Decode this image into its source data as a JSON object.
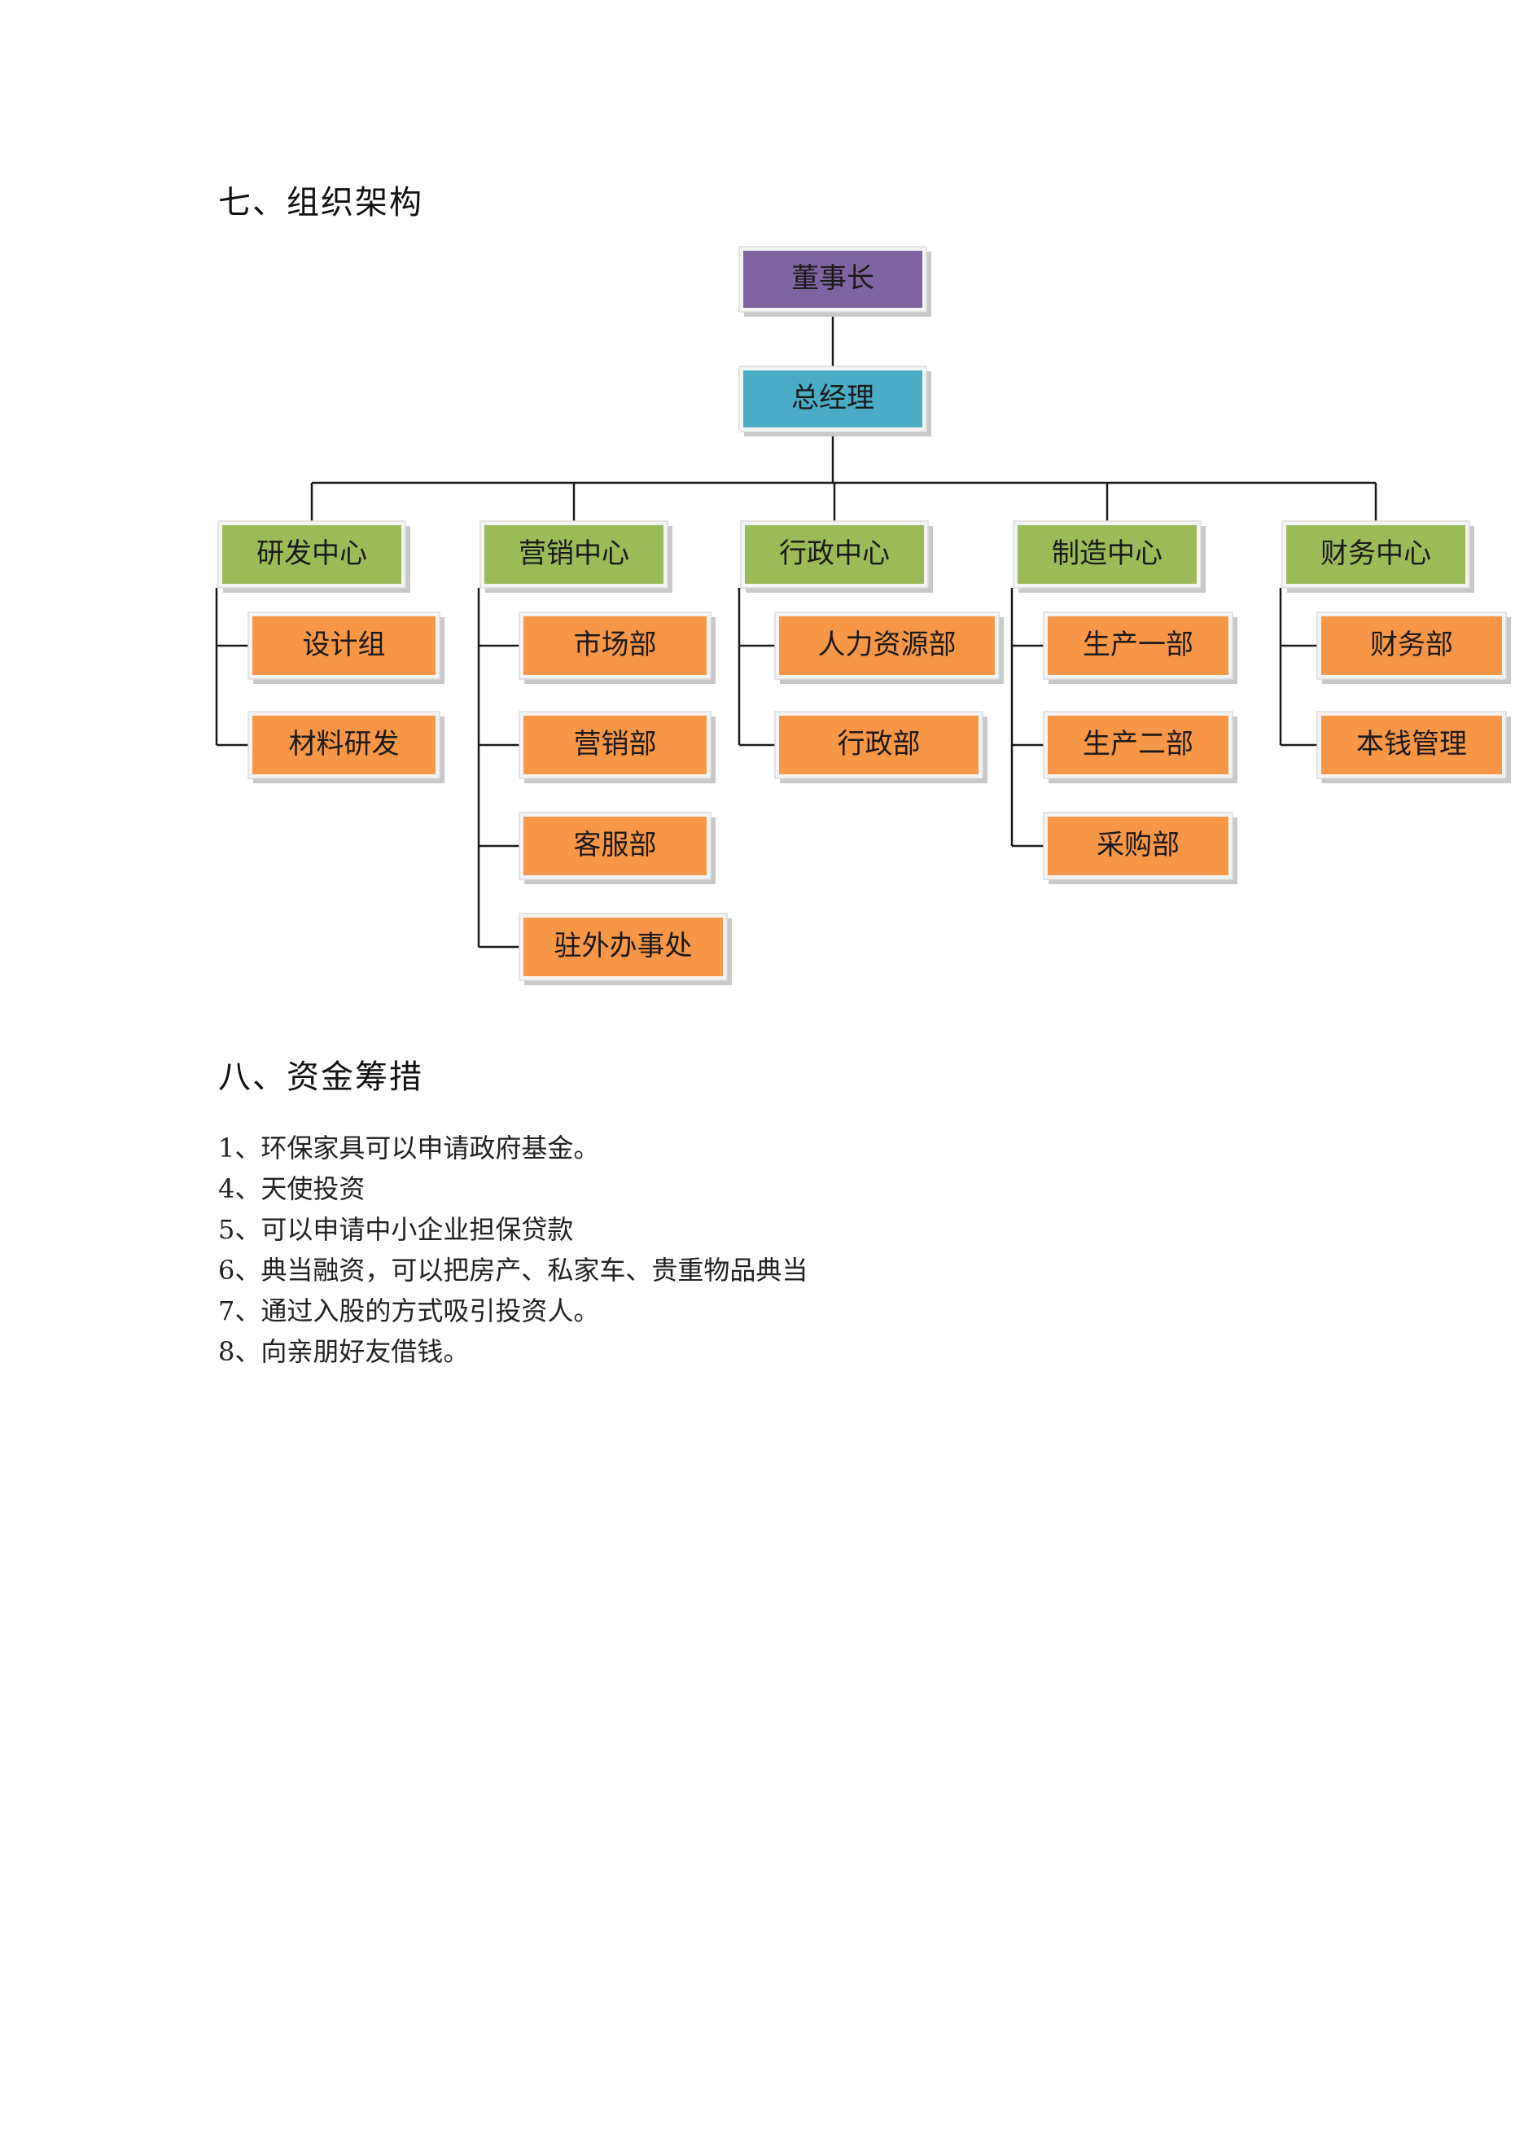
{
  "section7": {
    "title": "七、组织架构"
  },
  "org": {
    "chairman": {
      "label": "董事长",
      "color": "#8064a2"
    },
    "gm": {
      "label": "总经理",
      "color": "#4bacc6"
    },
    "colors": {
      "center": "#9bbb59",
      "dept": "#f79646",
      "line": "#1a1a1a"
    },
    "centers": [
      {
        "label": "研发中心",
        "children": [
          "设计组",
          "材料研发"
        ]
      },
      {
        "label": "营销中心",
        "children": [
          "市场部",
          "营销部",
          "客服部",
          "驻外办事处"
        ]
      },
      {
        "label": "行政中心",
        "children": [
          "人力资源部",
          "行政部"
        ]
      },
      {
        "label": "制造中心",
        "children": [
          "生产一部",
          "生产二部",
          "采购部"
        ]
      },
      {
        "label": "财务中心",
        "children": [
          "财务部",
          "本钱管理"
        ]
      }
    ]
  },
  "section8": {
    "title": "八、资金筹措",
    "items": [
      "1、环保家具可以申请政府基金。",
      "4、天使投资",
      "5、可以申请中小企业担保贷款",
      "6、典当融资，可以把房产、私家车、贵重物品典当",
      "7、通过入股的方式吸引投资人。",
      "8、向亲朋好友借钱。"
    ]
  }
}
